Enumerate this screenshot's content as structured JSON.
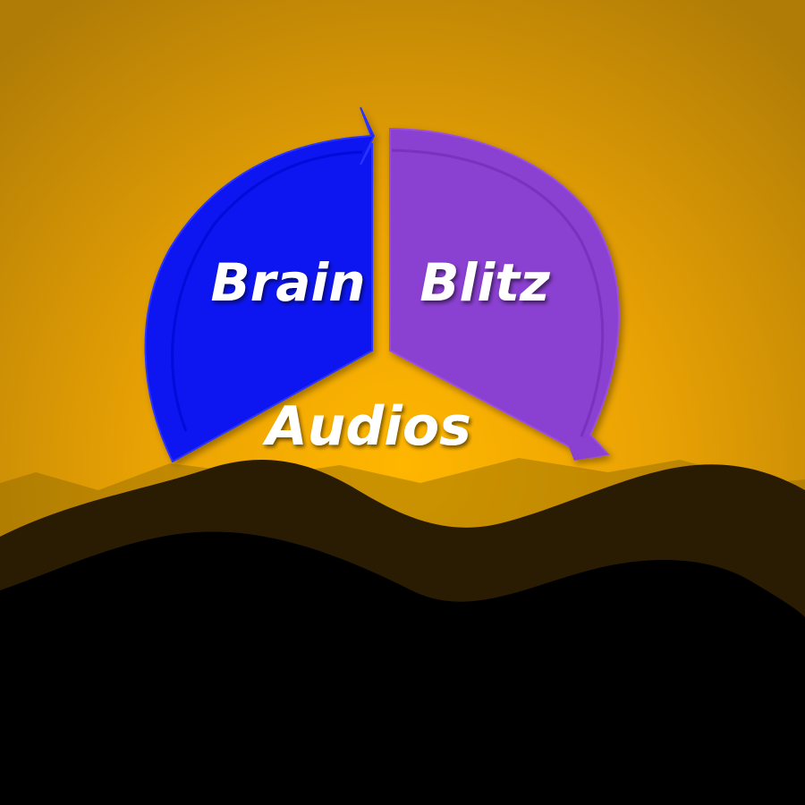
{
  "logo": {
    "word_left": "Brain",
    "word_right": "Blitz",
    "word_bottom": "Audios"
  },
  "colors": {
    "sky_top": "#C98E05",
    "sky_glow": "#FFB200",
    "wedge_left": "#0A12F0",
    "wedge_right": "#8A3FD0",
    "hills_far": "#8F6800",
    "hills_mid": "#2A1C02",
    "hills_near": "#000000",
    "text": "#FFFFFF"
  },
  "icons": {
    "left_wedge": "clockwise-arrow-segment",
    "right_wedge": "clockwise-arrow-segment"
  }
}
